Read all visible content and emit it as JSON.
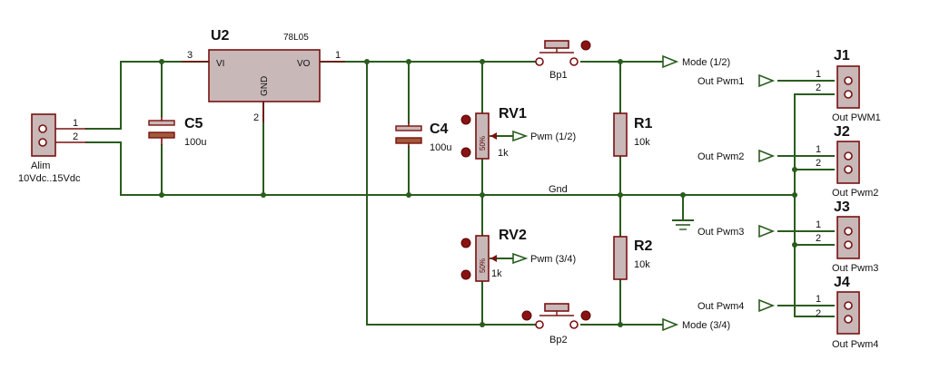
{
  "U2": {
    "ref": "U2",
    "value": "78L05",
    "pin_vi": "VI",
    "pin_vo": "VO",
    "pin_gnd": "GND",
    "pin_in_num": "3",
    "pin_out_num": "1",
    "pin_gnd_num": "2"
  },
  "C5": {
    "ref": "C5",
    "value": "100u"
  },
  "C4": {
    "ref": "C4",
    "value": "100u"
  },
  "RV1": {
    "ref": "RV1",
    "value": "1k",
    "dial": "50%"
  },
  "RV2": {
    "ref": "RV2",
    "value": "1k",
    "dial": "50%"
  },
  "R1": {
    "ref": "R1",
    "value": "10k"
  },
  "R2": {
    "ref": "R2",
    "value": "10k"
  },
  "Bp1": {
    "ref": "Bp1"
  },
  "Bp2": {
    "ref": "Bp2"
  },
  "alim": {
    "label1": "Alim",
    "label2": "10Vdc..15Vdc",
    "pin1": "1",
    "pin2": "2"
  },
  "nets": {
    "gnd": "Gnd",
    "mode12": "Mode (1/2)",
    "mode34": "Mode (3/4)",
    "pwm12": "Pwm (1/2)",
    "pwm34": "Pwm (3/4)"
  },
  "J1": {
    "ref": "J1",
    "value": "Out PWM1",
    "input": "Out Pwm1",
    "pin1": "1",
    "pin2": "2"
  },
  "J2": {
    "ref": "J2",
    "value": "Out Pwm2",
    "input": "Out Pwm2",
    "pin1": "1",
    "pin2": "2"
  },
  "J3": {
    "ref": "J3",
    "value": "Out Pwm3",
    "input": "Out Pwm3",
    "pin1": "1",
    "pin2": "2"
  },
  "J4": {
    "ref": "J4",
    "value": "Out Pwm4",
    "input": "Out Pwm4",
    "pin1": "1",
    "pin2": "2"
  }
}
